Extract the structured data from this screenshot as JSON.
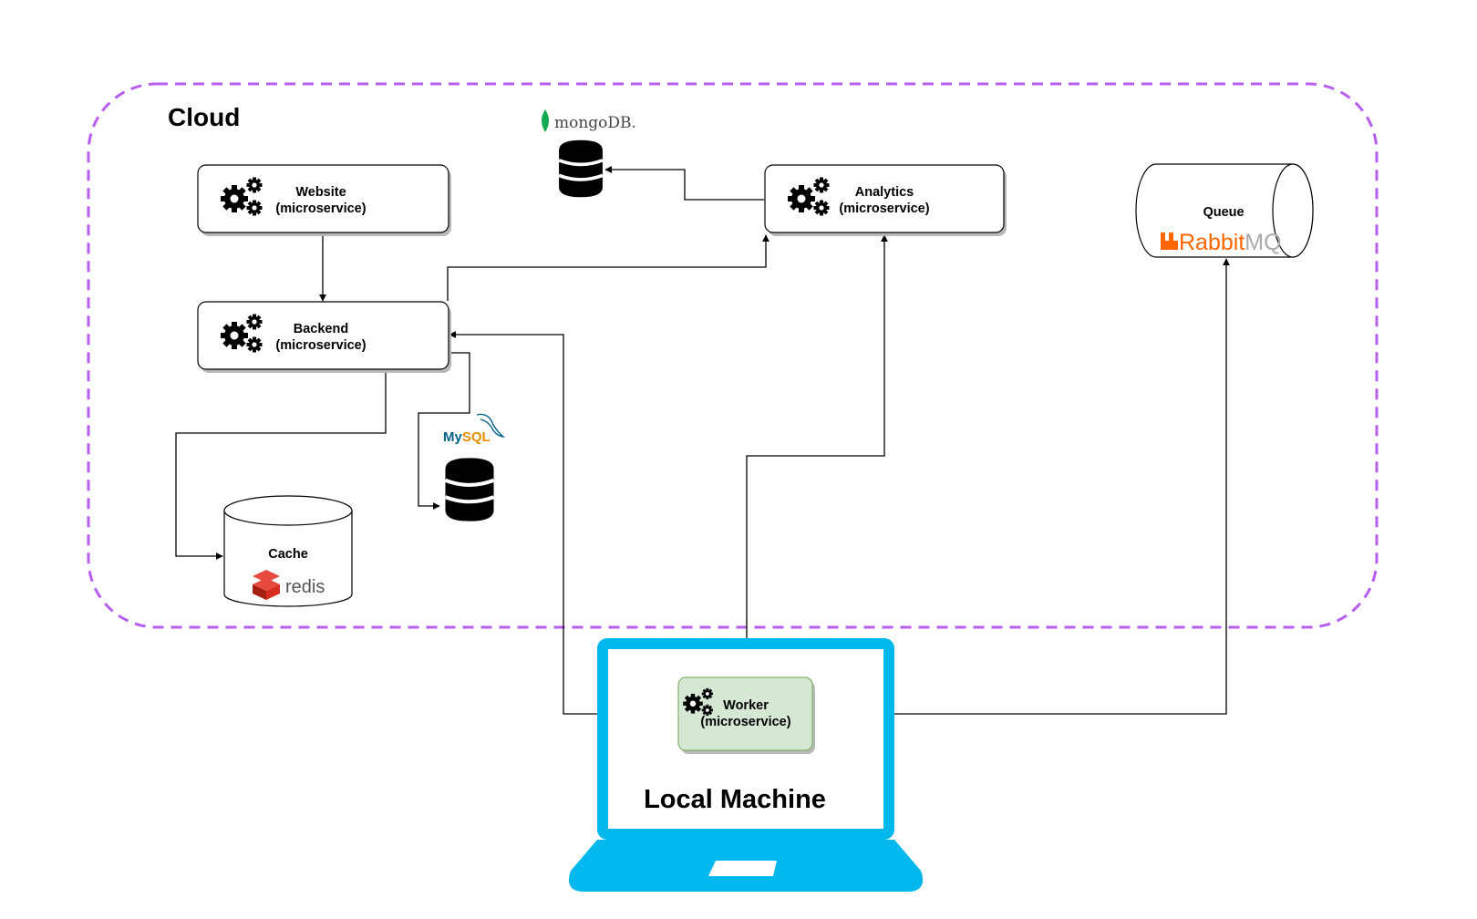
{
  "diagram": {
    "cloud_label": "Cloud",
    "website": {
      "line1": "Website",
      "line2": "(microservice)"
    },
    "backend": {
      "line1": "Backend",
      "line2": "(microservice)"
    },
    "analytics": {
      "line1": "Analytics",
      "line2": "(microservice)"
    },
    "worker": {
      "line1": "Worker",
      "line2": "(microservice)"
    },
    "queue": {
      "label": "Queue",
      "logo_rabbit": "Rabbit",
      "logo_mq": "MQ"
    },
    "cache": {
      "label": "Cache",
      "logo": "redis"
    },
    "mongodb": {
      "logo": "mongoDB."
    },
    "mysql": {
      "logo_my": "My",
      "logo_sql": "SQL"
    },
    "local_machine": {
      "label": "Local Machine"
    }
  },
  "colors": {
    "cloud_border": "#b75ef0",
    "laptop": "#00b8ee",
    "worker_fill": "#d5e8d4",
    "worker_stroke": "#82b366",
    "redis": "#d82c20",
    "rabbitmq": "#ff6600",
    "mongodb": "#13aa52",
    "mysql_blue": "#00618a",
    "mysql_orange": "#e48e00"
  },
  "icons": {
    "service": "gears-icon",
    "database": "database-icon",
    "laptop": "laptop-icon"
  }
}
